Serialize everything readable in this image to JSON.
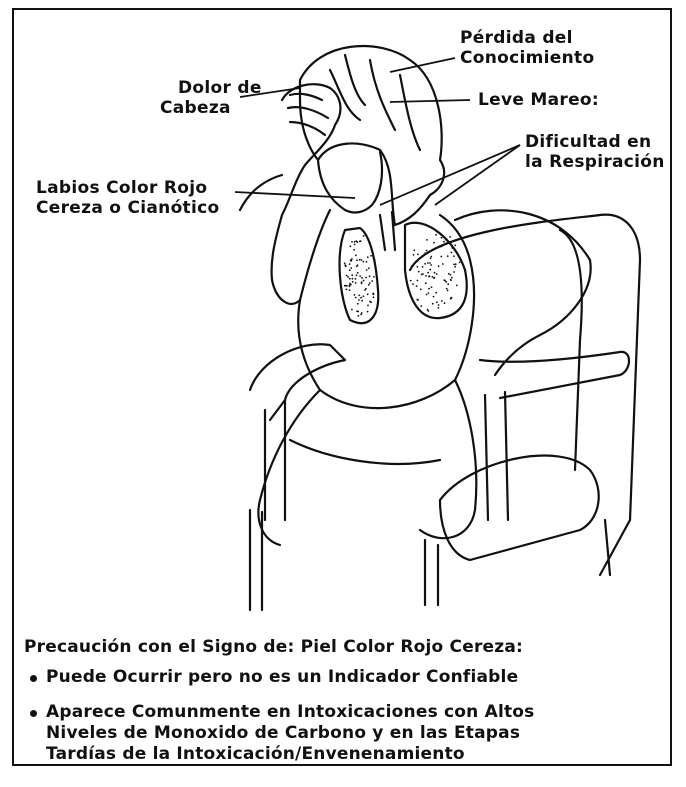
{
  "labels": {
    "loss_consciousness": [
      "Pérdida del",
      "Conocimiento"
    ],
    "headache": [
      "Dolor de",
      "Cabeza"
    ],
    "dizziness": "Leve Mareo:",
    "breathing": [
      "Dificultad en",
      "la Respiración"
    ],
    "lips": [
      "Labios Color Rojo",
      "Cereza o Cianótico"
    ]
  },
  "caption": {
    "title": "Precaución con el Signo de: Piel Color Rojo Cereza:",
    "bullets": [
      [
        "Puede Ocurrir pero no es un Indicador Confiable"
      ],
      [
        "Aparece Comunmente en Intoxicaciones con Altos",
        "Niveles de Monoxido de Carbono y en las Etapas",
        "Tardías de la Intoxicación/Envenenamiento"
      ]
    ]
  },
  "colors": {
    "ink": "#111111",
    "paper": "#ffffff"
  },
  "icons": {
    "bullet": "filled-circle"
  }
}
